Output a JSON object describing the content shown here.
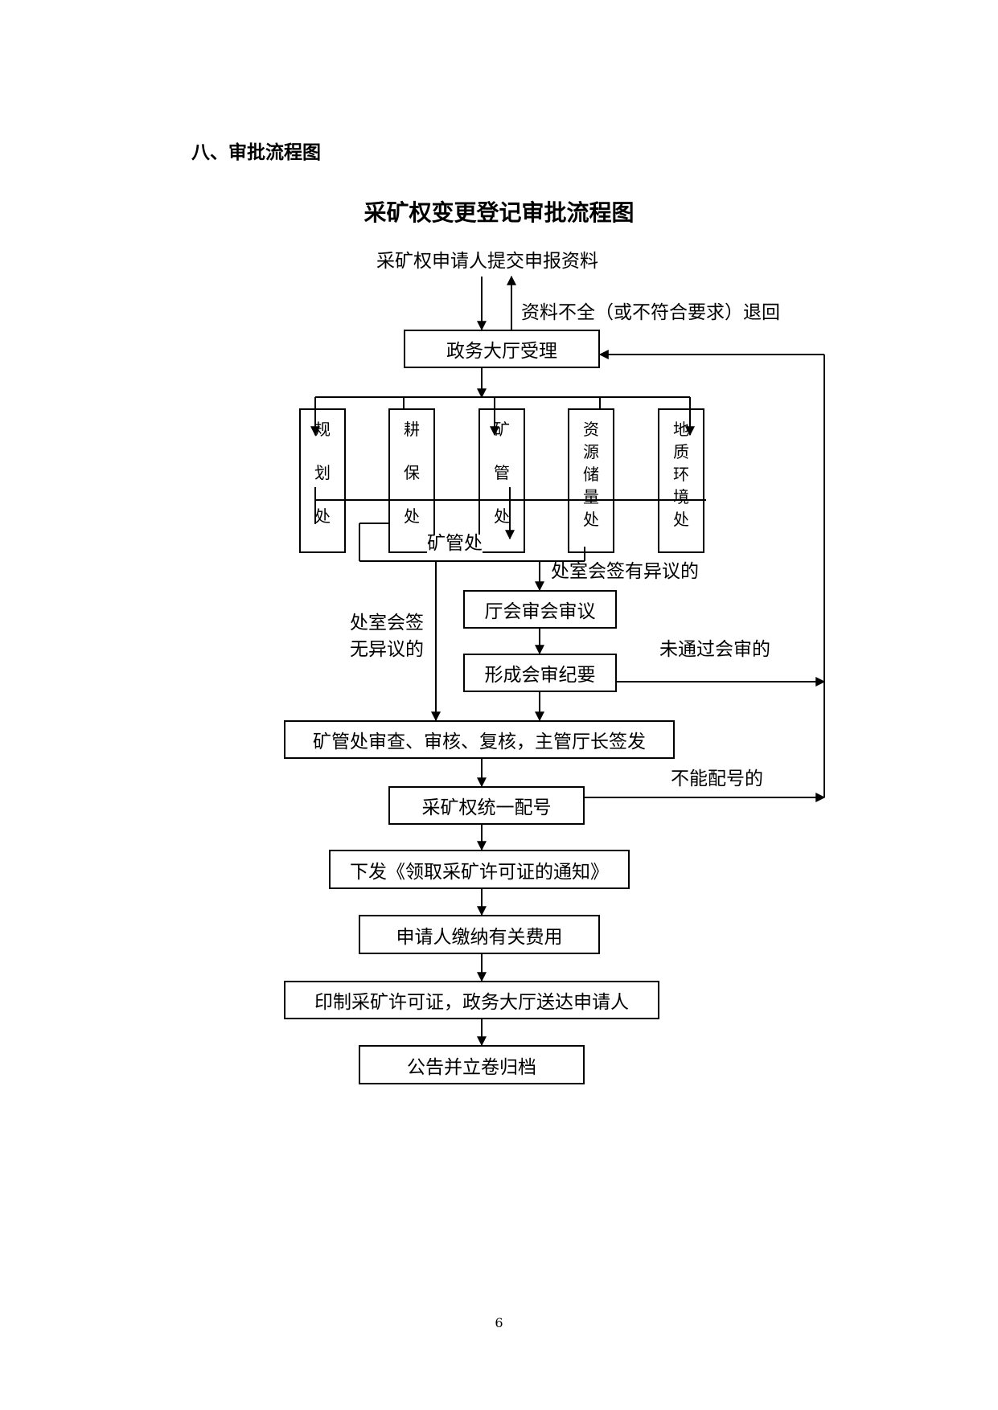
{
  "section_heading": "八、审批流程图",
  "diagram_title": "采矿权变更登记审批流程图",
  "labels": {
    "submit": "采矿权申请人提交申报资料",
    "returned": "资料不全（或不符合要求）退回",
    "division_overlap": "矿管处",
    "objection": "处室会签有异议的",
    "no_objection_line1": "处室会签",
    "no_objection_line2": "无异议的",
    "not_passed": "未通过会审的",
    "cannot_number": "不能配号的"
  },
  "boxes": {
    "hall": "政务大厅受理",
    "meeting": "厅会审会审议",
    "minutes": "形成会审纪要",
    "review": "矿管处审查、审核、复核，主管厅长签发",
    "numbering": "采矿权统一配号",
    "notice": "下发《领取采矿许可证的通知》",
    "fee": "申请人缴纳有关费用",
    "print": "印制采矿许可证，政务大厅送达申请人",
    "archive": "公告并立卷归档"
  },
  "divisions": [
    {
      "name": "规划处",
      "chars": [
        "规",
        "划",
        "处"
      ]
    },
    {
      "name": "耕保处",
      "chars": [
        "耕",
        "保",
        "处"
      ]
    },
    {
      "name": "矿管处",
      "chars": [
        "矿",
        "管",
        "处"
      ]
    },
    {
      "name": "资源储量处",
      "chars": [
        "资",
        "源",
        "储",
        "量",
        "处"
      ]
    },
    {
      "name": "地质环境处",
      "chars": [
        "地",
        "质",
        "环",
        "境",
        "处"
      ]
    }
  ],
  "page_number": "6"
}
